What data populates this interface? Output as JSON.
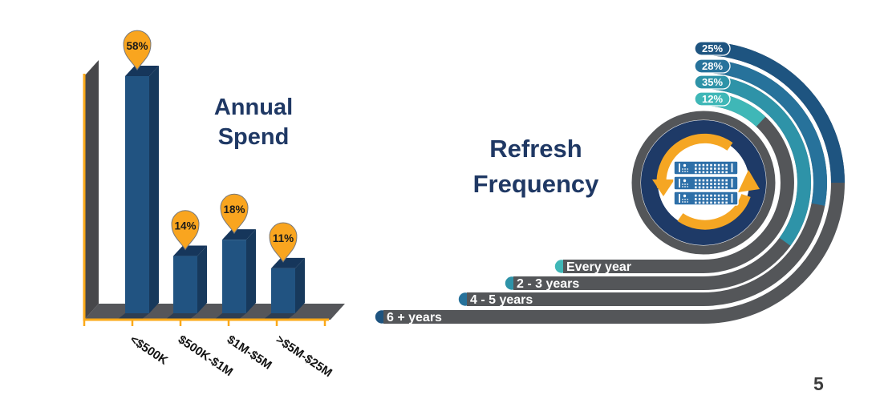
{
  "page": {
    "number": "5"
  },
  "slide": {
    "annual_spend": {
      "title_lines": [
        "Annual",
        "Spend"
      ]
    },
    "refresh_frequency": {
      "title_lines": [
        "Refresh",
        "Frequency"
      ]
    }
  },
  "chart_data": [
    {
      "type": "bar",
      "style": "3d-columns-with-map-pin-markers",
      "title": "Annual Spend",
      "categories": [
        "<$500K",
        "$500K-$1M",
        "$1M-$5M",
        ">$5M-$25M"
      ],
      "values": [
        58,
        14,
        18,
        11
      ],
      "value_labels": [
        "58%",
        "14%",
        "18%",
        "11%"
      ],
      "unit": "%",
      "ylim": [
        0,
        58
      ],
      "legend": "none",
      "grid": "off",
      "colors": {
        "bar_front": "#215381",
        "bar_top": "#16365B",
        "bar_side": "#17395C",
        "bar_shadow": "#2E3E52",
        "axis": "#FBA919",
        "floor": "#55565A",
        "wall": "#47474A",
        "pin": "#F9A51F",
        "pin_outline": "#77787B",
        "pin_text": "#1A1A1A",
        "label_text": "#131313"
      }
    },
    {
      "type": "pie",
      "subtype": "concentric-radial-arcs",
      "title": "Refresh Frequency",
      "categories": [
        "6 + years",
        "4 - 5 years",
        "2 - 3  years",
        "Every year"
      ],
      "values": [
        25,
        28,
        35,
        12
      ],
      "value_labels": [
        "25%",
        "28%",
        "35%",
        "12%"
      ],
      "unit": "%",
      "ring_order": "outer-to-inner",
      "hub_icon": "server-stack-with-refresh-arrows",
      "colors": {
        "rings": [
          "#1E5480",
          "#27729B",
          "#2E93A8",
          "#3FB7B7"
        ],
        "track": "#545659",
        "hub_ring": "#1E3A67",
        "hub_track": "#545659",
        "arrows": "#F5A623",
        "server": "#2D6FA8",
        "label_text": "#FFFFFF"
      }
    }
  ]
}
